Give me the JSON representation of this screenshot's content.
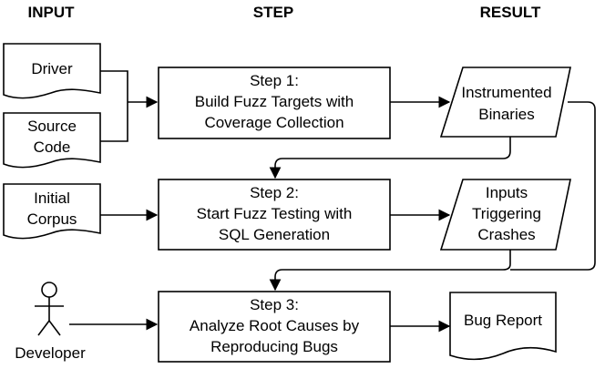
{
  "headers": {
    "input": "INPUT",
    "step": "STEP",
    "result": "RESULT"
  },
  "inputs": {
    "driver": [
      "Driver"
    ],
    "source_code": [
      "Source",
      "Code"
    ],
    "initial_corpus": [
      "Initial",
      "Corpus"
    ],
    "developer": [
      "Developer"
    ]
  },
  "steps": {
    "step1": [
      "Step 1:",
      "Build Fuzz Targets with",
      "Coverage Collection"
    ],
    "step2": [
      "Step 2:",
      "Start Fuzz Testing with",
      "SQL Generation"
    ],
    "step3": [
      "Step 3:",
      "Analyze Root Causes by",
      "Reproducing Bugs"
    ]
  },
  "results": {
    "instrumented_binaries": [
      "Instrumented",
      "Binaries"
    ],
    "inputs_triggering_crashes": [
      "Inputs",
      "Triggering",
      "Crashes"
    ],
    "bug_report": [
      "Bug Report"
    ]
  },
  "icons": {
    "developer": "stick-figure-actor-icon"
  },
  "colors": {
    "stroke": "#000000",
    "fill": "#ffffff"
  }
}
